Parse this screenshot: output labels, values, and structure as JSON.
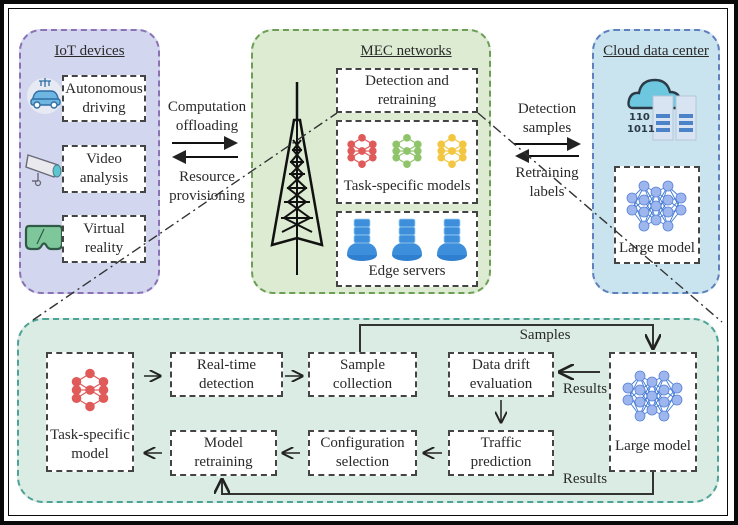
{
  "iot": {
    "title": "IoT devices",
    "items": [
      {
        "label": "Autonomous\ndriving",
        "icon": "car-icon"
      },
      {
        "label": "Video\nanalysis",
        "icon": "camera-icon"
      },
      {
        "label": "Virtual\nreality",
        "icon": "vr-headset-icon"
      }
    ]
  },
  "link_left": {
    "top_label": "Computation\noffloading",
    "bottom_label": "Resource\nprovisioning"
  },
  "mec": {
    "title": "MEC networks",
    "detection_box": "Detection and retraining",
    "models_box": "Task-specific models",
    "servers_box": "Edge servers",
    "model_colors": [
      "#e05a5a",
      "#8fc46a",
      "#f2c640"
    ],
    "server_color": "#3d8fdb"
  },
  "link_right": {
    "top_label": "Detection\nsamples",
    "bottom_label": "Retraining\nlabels"
  },
  "cloud": {
    "title": "Cloud data center",
    "large_model": "Large model",
    "binary_text": [
      "110",
      "1011"
    ]
  },
  "flow": {
    "task_model": "Task-specific\nmodel",
    "realtime": "Real-time\ndetection",
    "sample_collection": "Sample\ncollection",
    "data_drift": "Data drift\nevaluation",
    "traffic": "Traffic\nprediction",
    "config": "Configuration\nselection",
    "retraining": "Model\nretraining",
    "large_model": "Large model",
    "samples_label": "Samples",
    "results_label_1": "Results",
    "results_label_2": "Results"
  }
}
